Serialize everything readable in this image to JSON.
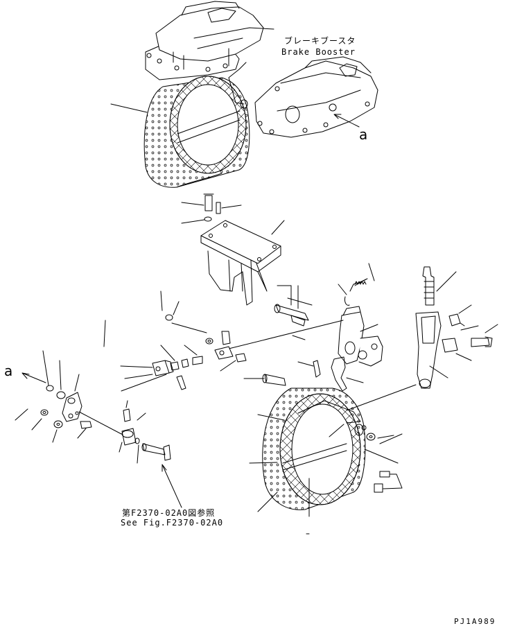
{
  "labels": {
    "booster_jp": "ブレーキブースタ",
    "booster_en": "Brake Booster",
    "ref_a_top": "a",
    "ref_a_left": "a",
    "see_jp": "第F2370-02A0図参照",
    "see_en": "See Fig.F2370-02A0",
    "figure_id": "PJ1A989"
  }
}
